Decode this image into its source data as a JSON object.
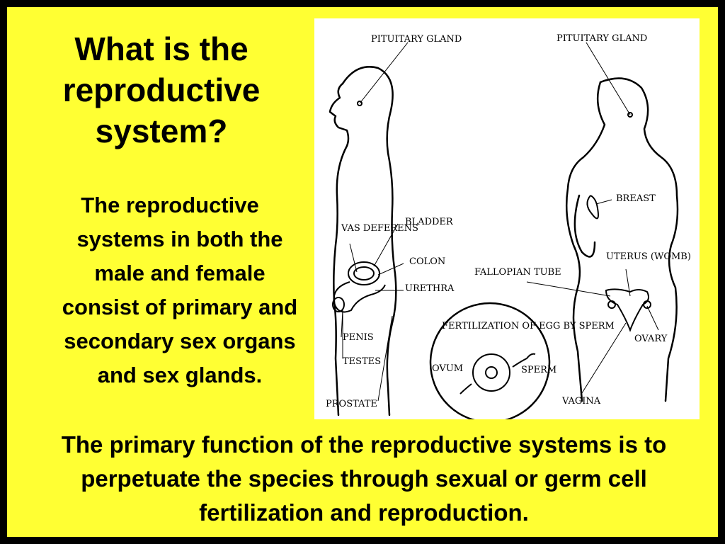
{
  "slide": {
    "title": "What is the reproductive system?",
    "body_text": "The reproductive systems in both the male and female consist of primary and secondary sex organs and sex glands.",
    "bottom_text": "The primary function of the reproductive systems is to perpetuate the species through sexual or germ cell fertilization and reproduction."
  },
  "diagram": {
    "male_labels": {
      "pituitary": "PITUITARY GLAND",
      "vas_deferens": "VAS DEFERENS",
      "bladder": "BLADDER",
      "colon": "COLON",
      "urethra": "URETHRA",
      "penis": "PENIS",
      "testes": "TESTES",
      "prostate": "PROSTATE"
    },
    "female_labels": {
      "pituitary": "PITUITARY GLAND",
      "breast": "BREAST",
      "uterus": "UTERUS (WOMB)",
      "fallopian": "FALLOPIAN TUBE",
      "ovary": "OVARY",
      "vagina": "VAGINA"
    },
    "fertilization": {
      "title": "FERTILIZATION OF EGG BY SPERM",
      "ovum": "OVUM",
      "sperm": "SPERM"
    }
  },
  "colors": {
    "slide_bg": "#ffff33",
    "frame": "#000000",
    "diagram_bg": "#ffffff"
  }
}
